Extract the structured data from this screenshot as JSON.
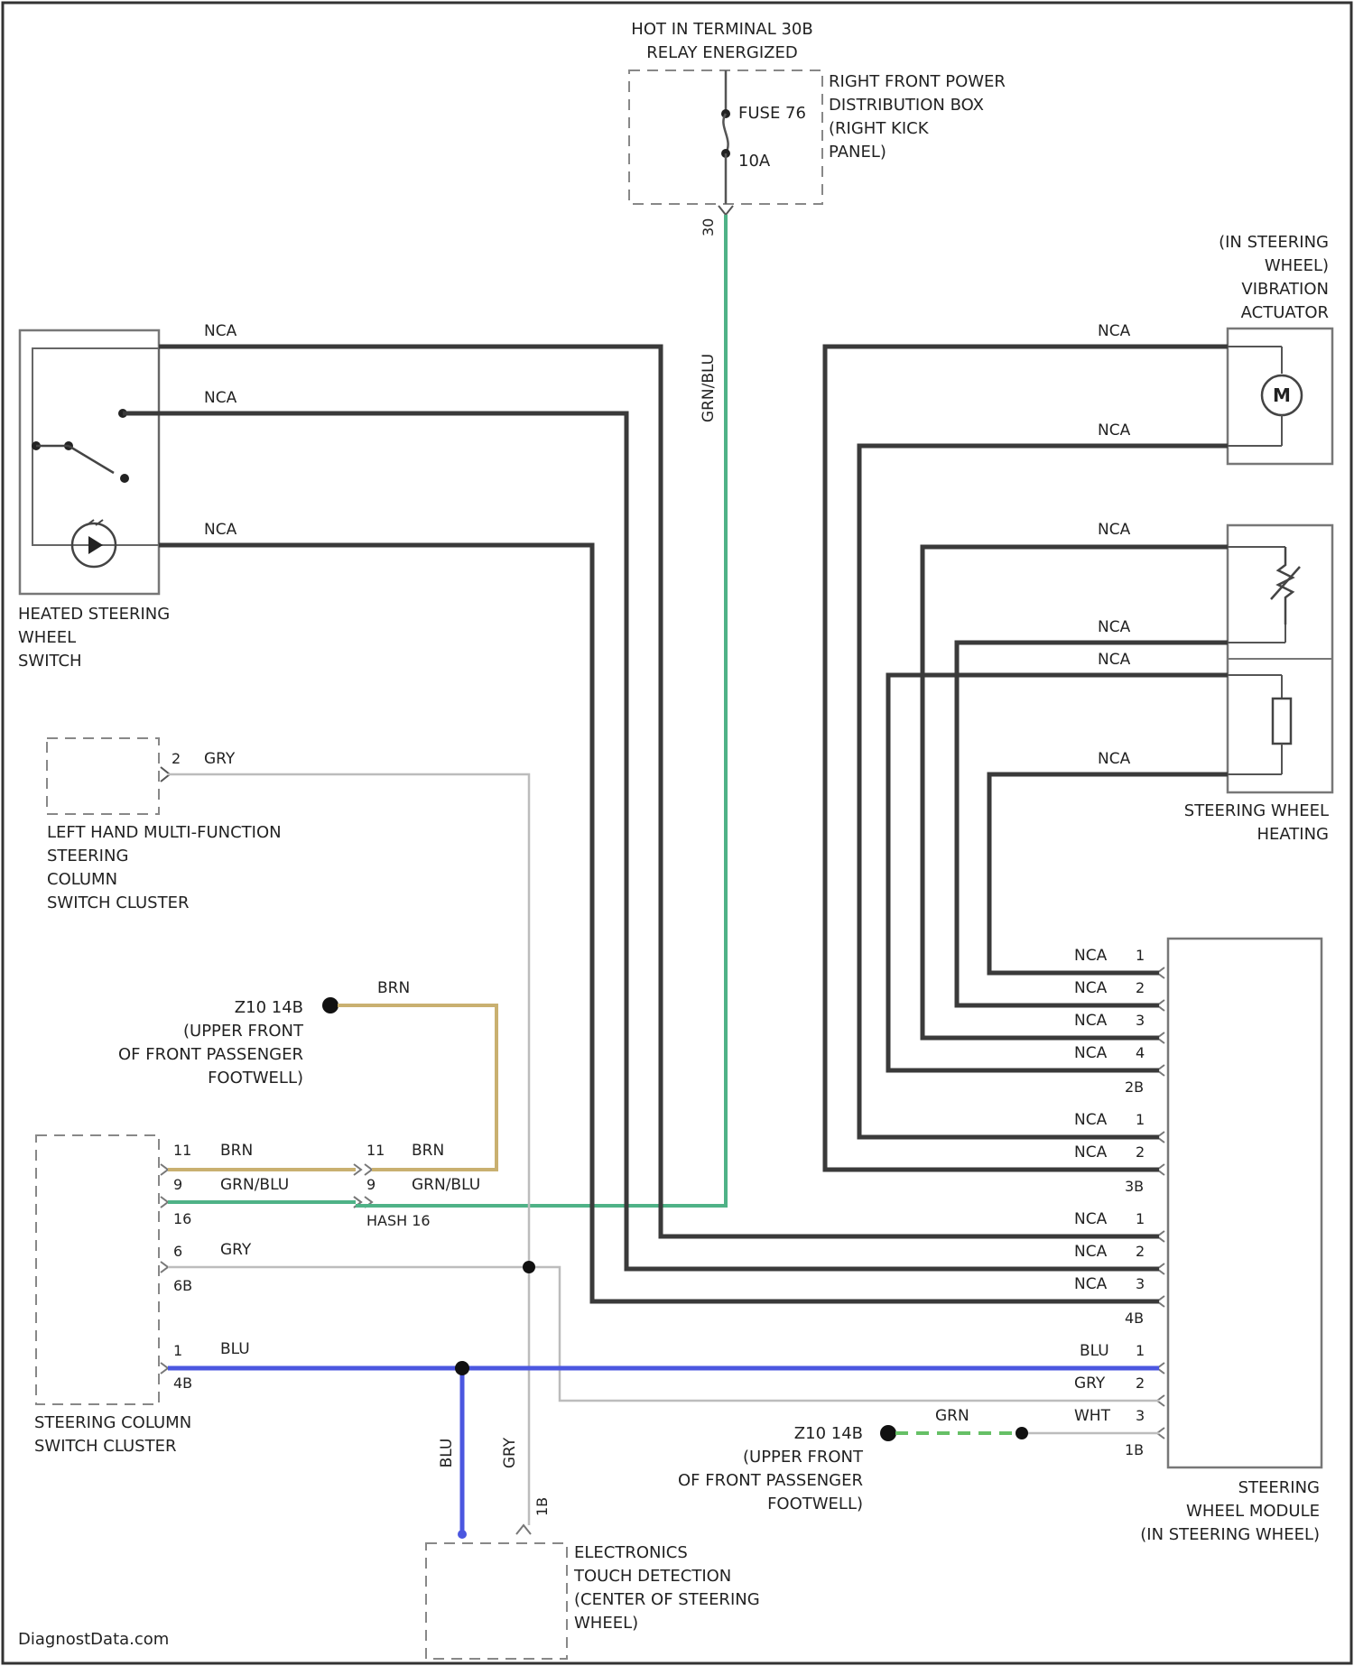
{
  "top": {
    "header_line1": "HOT IN TERMINAL 30B",
    "header_line2": "RELAY ENERGIZED",
    "fuse_name": "FUSE 76",
    "fuse_rating": "10A",
    "box_line1": "RIGHT FRONT POWER",
    "box_line2": "DISTRIBUTION BOX",
    "box_line3": "(RIGHT KICK",
    "box_line4": "PANEL)",
    "pin": "30",
    "wire_color": "GRN/BLU"
  },
  "heated_switch": {
    "line1": "HEATED STEERING",
    "line2": "WHEEL",
    "line3": "SWITCH",
    "wire1": "NCA",
    "wire2": "NCA",
    "wire3": "NCA"
  },
  "vibration": {
    "line1": "(IN STEERING",
    "line2": "WHEEL)",
    "line3": "VIBRATION",
    "line4": "ACTUATOR",
    "motor_symbol": "M",
    "wire1": "NCA",
    "wire2": "NCA"
  },
  "heating": {
    "line1": "STEERING WHEEL",
    "line2": "HEATING",
    "wire1": "NCA",
    "wire2": "NCA",
    "wire3": "NCA",
    "wire4": "NCA"
  },
  "lh_switch": {
    "line1": "LEFT HAND MULTI-FUNCTION",
    "line2": "STEERING",
    "line3": "COLUMN",
    "line4": "SWITCH CLUSTER",
    "pin": "2",
    "wire": "GRY"
  },
  "ground1": {
    "name": "Z10 14B",
    "line1": "(UPPER FRONT",
    "line2": "OF FRONT PASSENGER",
    "line3": "FOOTWELL)",
    "wire": "BRN"
  },
  "ground2": {
    "name": "Z10 14B",
    "line1": "(UPPER FRONT",
    "line2": "OF FRONT PASSENGER",
    "line3": "FOOTWELL)",
    "wire": "GRN"
  },
  "column_cluster": {
    "line1": "STEERING COLUMN",
    "line2": "SWITCH CLUSTER",
    "pin_11": "11",
    "wire_11": "BRN",
    "pin_9": "9",
    "wire_9": "GRN/BLU",
    "conn_1": "16",
    "pin_6": "6",
    "wire_6": "GRY",
    "conn_2": "6B",
    "pin_1": "1",
    "wire_1": "BLU",
    "conn_3": "4B",
    "inline_pin_11": "11",
    "inline_wire_11": "BRN",
    "inline_pin_9": "9",
    "inline_wire_9": "GRN/BLU",
    "inline_name": "HASH 16"
  },
  "module": {
    "line1": "STEERING",
    "line2": "WHEEL MODULE",
    "line3": "(IN STEERING WHEEL)",
    "g1": [
      {
        "wire": "NCA",
        "pin": "1"
      },
      {
        "wire": "NCA",
        "pin": "2"
      },
      {
        "wire": "NCA",
        "pin": "3"
      },
      {
        "wire": "NCA",
        "pin": "4"
      }
    ],
    "g1_conn": "2B",
    "g2": [
      {
        "wire": "NCA",
        "pin": "1"
      },
      {
        "wire": "NCA",
        "pin": "2"
      }
    ],
    "g2_conn": "3B",
    "g3": [
      {
        "wire": "NCA",
        "pin": "1"
      },
      {
        "wire": "NCA",
        "pin": "2"
      },
      {
        "wire": "NCA",
        "pin": "3"
      }
    ],
    "g3_conn": "4B",
    "g4": [
      {
        "wire": "BLU",
        "pin": "1"
      },
      {
        "wire": "GRY",
        "pin": "2"
      },
      {
        "wire": "WHT",
        "pin": "3"
      }
    ],
    "g4_conn": "1B"
  },
  "touch": {
    "line1": "ELECTRONICS",
    "line2": "TOUCH DETECTION",
    "line3": "(CENTER OF STEERING",
    "line4": "WHEEL)",
    "wire_blu": "BLU",
    "wire_gry": "GRY",
    "pin": "1B"
  },
  "footer": "DiagnostData.com",
  "colors": {
    "dark_wire": "#3a3a3a",
    "grey_wire": "#bcbcbc",
    "green_wire": "#4fb287",
    "brown_wire": "#c9b070",
    "blue_wire": "#4b57e0",
    "ground_green": "#66c066"
  }
}
